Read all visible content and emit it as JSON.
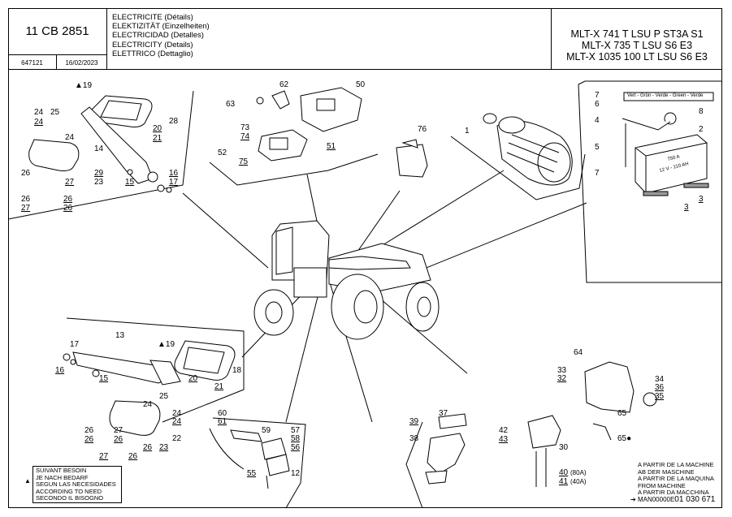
{
  "header": {
    "reference": "11 CB 2851",
    "doc_number": "647121",
    "date": "16/02/2023",
    "description_lines": [
      "ELECTRICITE (Détails)",
      "ELEKTIZITÄT (Einzelheiten)",
      "ELECTRICIDAD (Detalles)",
      "ELECTRICITY (Details)",
      "ELETTRICO (Dettaglio)"
    ],
    "models": [
      "MLT-X 741 T LSU P ST3A S1",
      "MLT-X 735 T LSU S6 E3",
      "MLT-X 1035 100 LT LSU S6 E3"
    ]
  },
  "battery_wire_label": "Vert - Grün - Verde - Green - Verde",
  "battery_text": [
    "750 A",
    "12 V - 110 AH"
  ],
  "parts": {
    "p19a": "▲19",
    "p28": "28",
    "p25a": "25",
    "p24a": "24",
    "p24b": "24",
    "p24c": "24",
    "p20a": "20",
    "p21a": "21",
    "p14": "14",
    "p29": "29",
    "p23a": "23",
    "p27a": "27",
    "p26a": "26",
    "p26b": "26",
    "p26c": "26",
    "p27b": "27",
    "p15a": "15",
    "p16a": "16",
    "p17a": "17",
    "p62": "62",
    "p63": "63",
    "p50": "50",
    "p73": "73",
    "p74": "74",
    "p52": "52",
    "p75": "75",
    "p51": "51",
    "p76": "76",
    "p1": "1",
    "p7a": "7",
    "p6": "6",
    "p8": "8",
    "p4": "4",
    "p2": "2",
    "p5": "5",
    "p7b": "7",
    "p3a": "3",
    "p3b": "3",
    "p17b": "17",
    "p13": "13",
    "p19b": "▲19",
    "p18": "18",
    "p16b": "16",
    "p15b": "15",
    "p20b": "20",
    "p21b": "21",
    "p25b": "25",
    "p24d": "24",
    "p24e": "24",
    "p24f": "24",
    "p22": "22",
    "p23b": "23",
    "p26d": "26",
    "p27c": "27",
    "p26e": "26",
    "p27d": "27",
    "p26f": "26",
    "p26g": "26",
    "p60": "60",
    "p61": "61",
    "p59": "59",
    "p57": "57",
    "p58": "58",
    "p56": "56",
    "p55": "55",
    "p12": "12",
    "p39": "39",
    "p37": "37",
    "p38": "38",
    "p42": "42",
    "p43": "43",
    "p30": "30",
    "p40": "40",
    "p40s": "(80A)",
    "p41": "41",
    "p41s": "(40A)",
    "p64": "64",
    "p33": "33",
    "p32": "32",
    "p34": "34",
    "p36": "36",
    "p35": "35",
    "p65a": "65",
    "p65b": "65●"
  },
  "legend": {
    "symbol": "▲",
    "lines": [
      "SUIVANT BESOIN",
      "JE NACH BEDARF",
      "SEGUN LAS NECESIDADES",
      "ACCORDING TO NEED",
      "SECONDO IL BISOGNO"
    ]
  },
  "machine_note": {
    "lines": [
      "A PARTIR DE LA MACHINE",
      "AB DER MASCHINE",
      "A PARTIR DE LA MAQUINA",
      "FROM MACHINE",
      "A PARTIR DA MACCHINA"
    ]
  },
  "footer_code": {
    "prefix": "MAN00000E",
    "number": "01 030 671"
  }
}
